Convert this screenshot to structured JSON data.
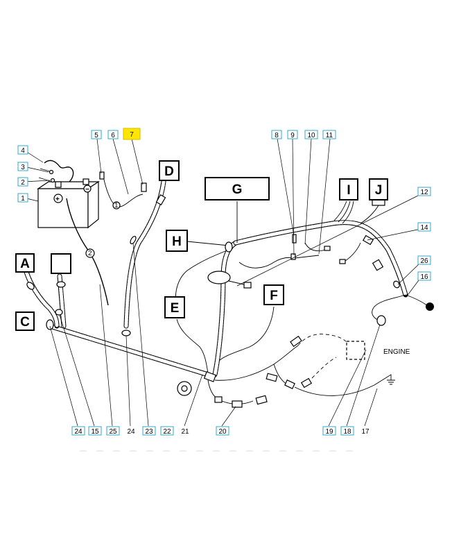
{
  "diagram": {
    "engine_label": "ENGINE",
    "callouts": [
      {
        "id": "c1",
        "text": "1",
        "style": "box"
      },
      {
        "id": "c2",
        "text": "2",
        "style": "box"
      },
      {
        "id": "c3",
        "text": "3",
        "style": "box"
      },
      {
        "id": "c4",
        "text": "4",
        "style": "box"
      },
      {
        "id": "c5",
        "text": "5",
        "style": "box"
      },
      {
        "id": "c6",
        "text": "6",
        "style": "box"
      },
      {
        "id": "c7",
        "text": "7",
        "style": "highlight"
      },
      {
        "id": "c8",
        "text": "8",
        "style": "box"
      },
      {
        "id": "c9",
        "text": "9",
        "style": "box"
      },
      {
        "id": "c10",
        "text": "10",
        "style": "box"
      },
      {
        "id": "c11",
        "text": "11",
        "style": "box"
      },
      {
        "id": "c12",
        "text": "12",
        "style": "box"
      },
      {
        "id": "c14",
        "text": "14",
        "style": "box"
      },
      {
        "id": "c26",
        "text": "26",
        "style": "box"
      },
      {
        "id": "c16",
        "text": "16",
        "style": "box"
      },
      {
        "id": "c24a",
        "text": "24",
        "style": "box"
      },
      {
        "id": "c15",
        "text": "15",
        "style": "box"
      },
      {
        "id": "c25",
        "text": "25",
        "style": "box"
      },
      {
        "id": "c24b",
        "text": "24",
        "style": "plain"
      },
      {
        "id": "c23",
        "text": "23",
        "style": "box"
      },
      {
        "id": "c22",
        "text": "22",
        "style": "box"
      },
      {
        "id": "c21",
        "text": "21",
        "style": "plain"
      },
      {
        "id": "c20",
        "text": "20",
        "style": "box"
      },
      {
        "id": "c19",
        "text": "19",
        "style": "box"
      },
      {
        "id": "c18",
        "text": "18",
        "style": "box"
      },
      {
        "id": "c17",
        "text": "17",
        "style": "plain"
      }
    ],
    "letters": [
      {
        "id": "A",
        "text": "A"
      },
      {
        "id": "blank",
        "text": ""
      },
      {
        "id": "C",
        "text": "C"
      },
      {
        "id": "D",
        "text": "D"
      },
      {
        "id": "E",
        "text": "E"
      },
      {
        "id": "F",
        "text": "F"
      },
      {
        "id": "G",
        "text": "G"
      },
      {
        "id": "H",
        "text": "H"
      },
      {
        "id": "I",
        "text": "I"
      },
      {
        "id": "J",
        "text": "J"
      }
    ],
    "colors": {
      "callout_border": "#33aacc",
      "highlight": "#ffe600",
      "ink": "#000000"
    }
  }
}
